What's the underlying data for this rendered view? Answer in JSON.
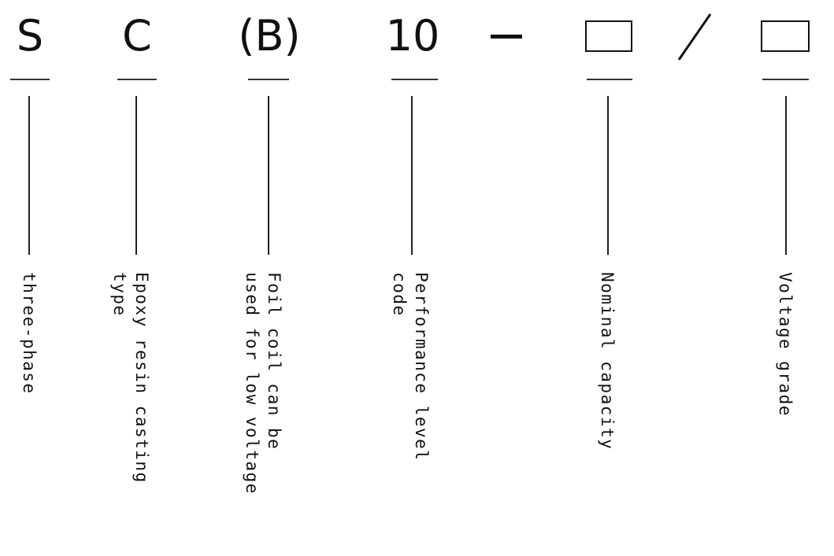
{
  "code": {
    "s": "S",
    "c": "C",
    "b": "(B)",
    "num": "10"
  },
  "labels": {
    "three_phase": "three-phase",
    "epoxy": "Epoxy resin casting\ntype",
    "foil": "Foil coil can be\nused for low voltage",
    "performance": "Performance level\ncode",
    "nominal": "Nominal capacity",
    "voltage": "Voltage grade"
  }
}
